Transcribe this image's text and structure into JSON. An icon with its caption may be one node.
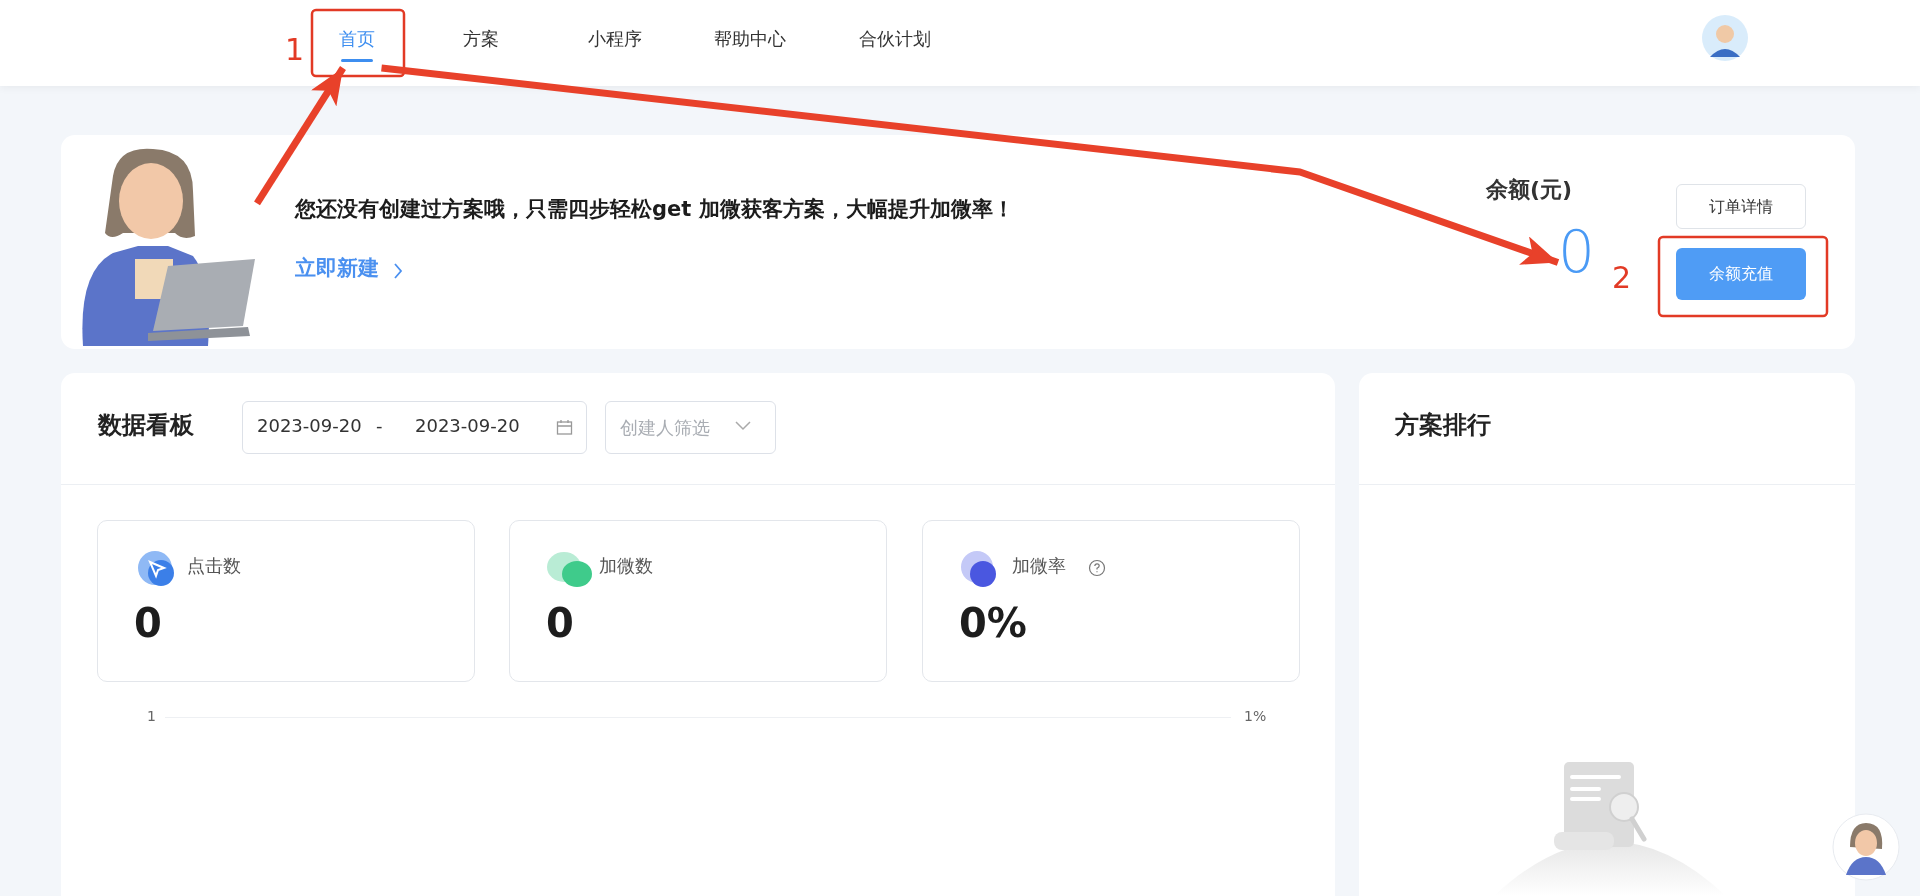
{
  "diagram": {
    "nodes": [
      {
        "text": [
          "首页"
        ]
      },
      {
        "text": [],
        "shape": "picture"
      },
      {
        "text": [
          "0"
        ]
      }
    ],
    "edges": [
      {
        "from": 1,
        "to": 0,
        "arrow": "to"
      },
      {
        "from": 0,
        "to": 2,
        "arrow": "to"
      }
    ],
    "labels": [
      "1",
      "方案",
      "小程序",
      "帮助中心",
      "合伙计划",
      "您还没有创建过方案哦，只需四步轻松get 加微获客方案，大幅提升加微率！",
      "余额(元)",
      "订单详情",
      "立即新建",
      "2",
      "余额充值",
      "数据看板",
      "2023-09-20",
      "-",
      "2023-09-20",
      "创建人筛选",
      "方案排行",
      "点击数",
      "加微数",
      "加微率",
      "0",
      "0",
      "0%",
      "1",
      "1%"
    ]
  }
}
